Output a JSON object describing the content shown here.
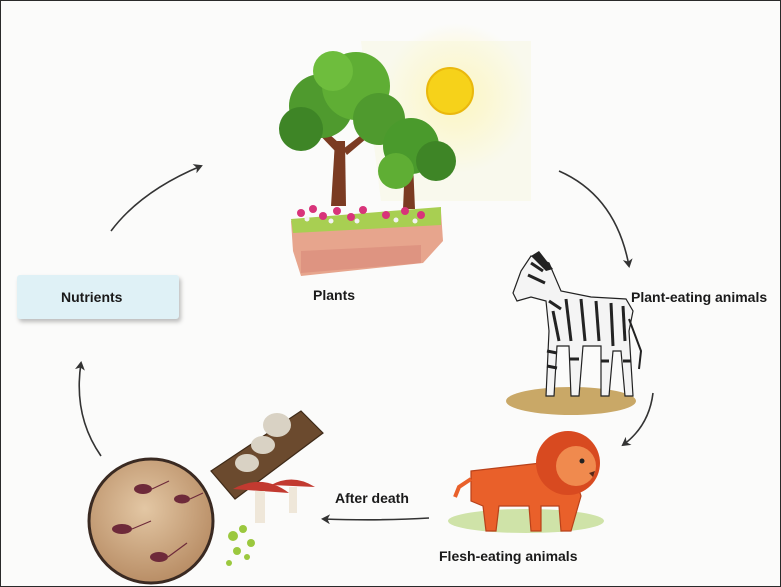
{
  "labels": {
    "nutrients": "Nutrients",
    "plants": "Plants",
    "plant_eating_animals": "Plant-eating animals",
    "flesh_eating_animals": "Flesh-eating animals",
    "after_death": "After death"
  },
  "illustrations": [
    "sun-icon",
    "trees-icon",
    "zebra-icon",
    "lion-icon",
    "mushroom-log-icon",
    "bacteria-circle-icon"
  ],
  "colors": {
    "arrow": "#333333",
    "nutrients_box": "#dff1f6",
    "sun": "#f6d21a",
    "lion": "#e9602a"
  }
}
